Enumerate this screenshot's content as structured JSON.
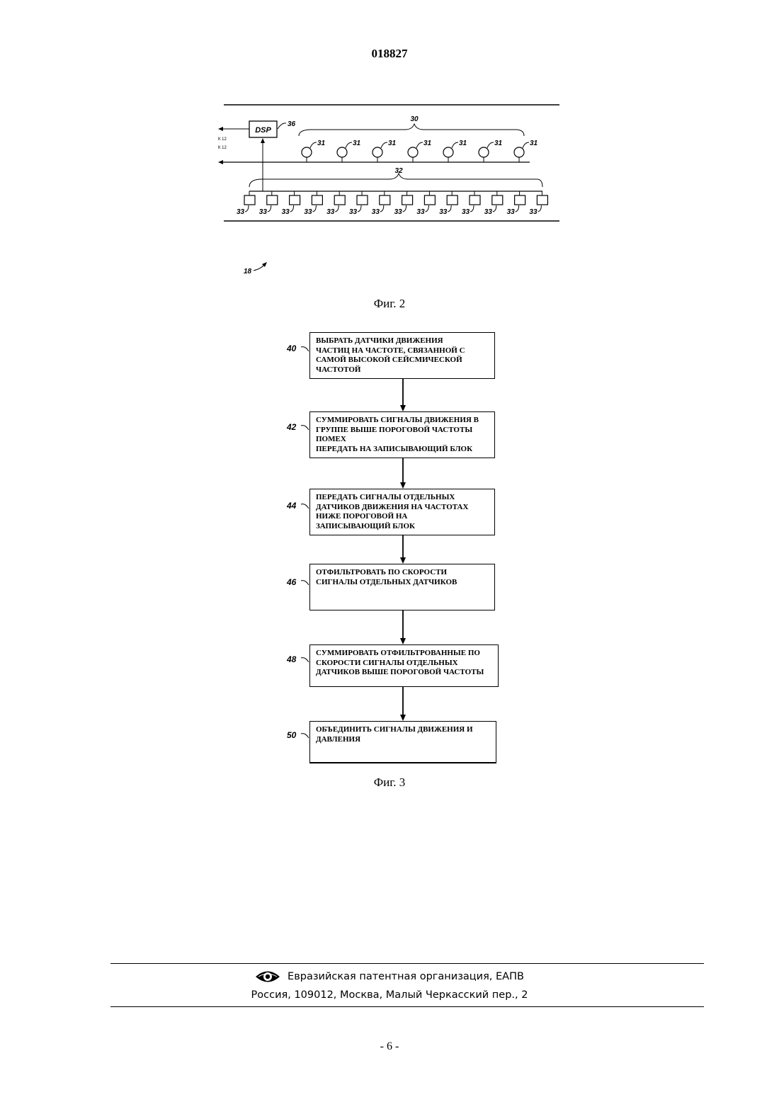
{
  "header": {
    "doc_number": "018827"
  },
  "fig2": {
    "caption": "Фиг. 2",
    "label_dsp": "DSP",
    "ref_dsp": "36",
    "ref_group_hydrophones": "30",
    "ref_hydrophone": "31",
    "ref_group_sensors": "32",
    "ref_sensor": "33",
    "ref_figure": "18",
    "arrow_label_1": "К 12",
    "arrow_label_2": "К 12",
    "hydrophone_count": 7,
    "sensor_count": 14
  },
  "fig3": {
    "caption": "Фиг. 3",
    "steps": [
      {
        "ref": "40",
        "text": "ВЫБРАТЬ ДАТЧИКИ ДВИЖЕНИЯ\nЧАСТИЦ НА ЧАСТОТЕ, СВЯЗАННОЙ С\nСАМОЙ ВЫСОКОЙ СЕЙСМИЧЕСКОЙ\nЧАСТОТОЙ"
      },
      {
        "ref": "42",
        "text": "СУММИРОВАТЬ СИГНАЛЫ ДВИЖЕНИЯ В\nГРУППЕ ВЫШЕ ПОРОГОВОЙ ЧАСТОТЫ\nПОМЕХ\nПЕРЕДАТЬ НА ЗАПИСЫВАЮЩИЙ БЛОК"
      },
      {
        "ref": "44",
        "text": "ПЕРЕДАТЬ СИГНАЛЫ ОТДЕЛЬНЫХ\nДАТЧИКОВ ДВИЖЕНИЯ НА ЧАСТОТАХ\nНИЖЕ ПОРОГОВОЙ НА\nЗАПИСЫВАЮЩИЙ БЛОК"
      },
      {
        "ref": "46",
        "text": "ОТФИЛЬТРОВАТЬ ПО СКОРОСТИ\nСИГНАЛЫ ОТДЕЛЬНЫХ ДАТЧИКОВ"
      },
      {
        "ref": "48",
        "text": "СУММИРОВАТЬ ОТФИЛЬТРОВАННЫЕ ПО\nСКОРОСТИ СИГНАЛЫ ОТДЕЛЬНЫХ\nДАТЧИКОВ ВЫШЕ ПОРОГОВОЙ ЧАСТОТЫ"
      },
      {
        "ref": "50",
        "text": "ОБЪЕДИНИТЬ СИГНАЛЫ ДВИЖЕНИЯ И\nДАВЛЕНИЯ"
      }
    ]
  },
  "footer": {
    "org": "Евразийская патентная организация, ЕАПВ",
    "address": "Россия, 109012, Москва, Малый Черкасский пер., 2",
    "logo_icon": "eapo-eye-logo-icon"
  },
  "page_number": "- 6 -"
}
